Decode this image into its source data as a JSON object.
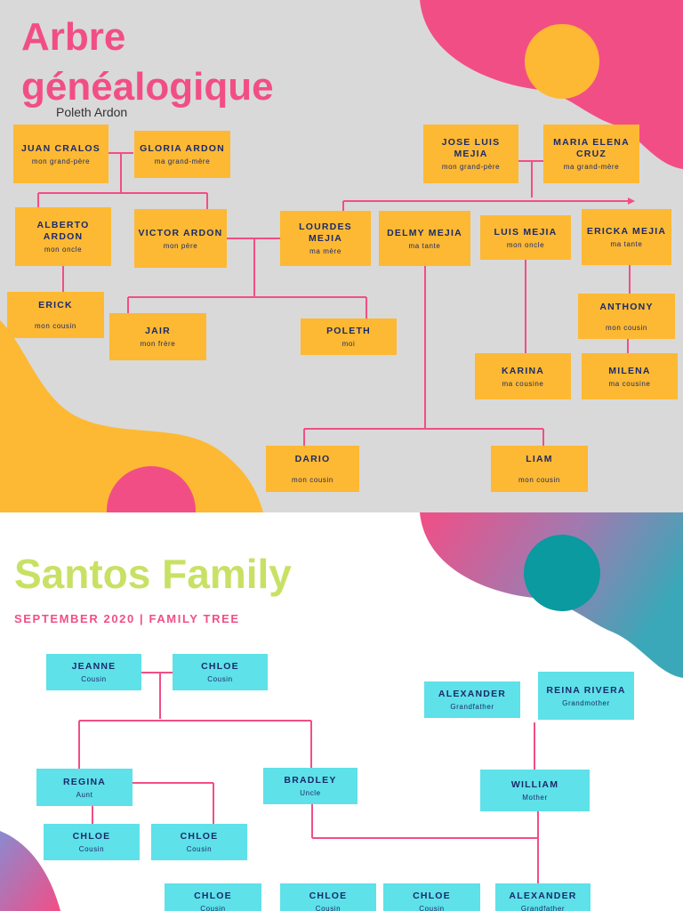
{
  "colors": {
    "accent_pink": "#f24e86",
    "orange_box": "#fdb933",
    "cyan_box": "#5ee1e8",
    "lime_title": "#c8e165",
    "teal_circle": "#0a9aa0",
    "yellow_circle": "#fdb933",
    "text_navy": "#1b2a6b"
  },
  "tree1": {
    "title": "Arbre\ngénéalogique",
    "author": "Poleth Ardon",
    "people": {
      "juan": {
        "name": "JUAN CRALOS",
        "role": "mon grand-père"
      },
      "gloria": {
        "name": "GLORIA ARDON",
        "role": "ma grand-mère"
      },
      "jose": {
        "name": "JOSE LUIS MEJIA",
        "role": "mon grand-père"
      },
      "maria": {
        "name": "MARIA ELENA CRUZ",
        "role": "ma grand-mère"
      },
      "alberto": {
        "name": "ALBERTO ARDON",
        "role": "mon oncle"
      },
      "victor": {
        "name": "VICTOR ARDON",
        "role": "mon père"
      },
      "lourdes": {
        "name": "LOURDES MEJIA",
        "role": "ma mère"
      },
      "delmy": {
        "name": "DELMY MEJIA",
        "role": "ma tante"
      },
      "luis": {
        "name": "LUIS MEJIA",
        "role": "mon oncle"
      },
      "ericka": {
        "name": "ERICKA MEJIA",
        "role": "ma tante"
      },
      "erick": {
        "name": "ERICK",
        "role": "mon cousin"
      },
      "jair": {
        "name": "JAIR",
        "role": "mon frère"
      },
      "poleth": {
        "name": "POLETH",
        "role": "moi"
      },
      "anthony": {
        "name": "ANTHONY",
        "role": "mon cousin"
      },
      "karina": {
        "name": "KARINA",
        "role": "ma cousine"
      },
      "milena": {
        "name": "MILENA",
        "role": "ma cousine"
      },
      "dario": {
        "name": "DARIO",
        "role": "mon cousin"
      },
      "liam": {
        "name": "LIAM",
        "role": "mon cousin"
      }
    }
  },
  "tree2": {
    "title": "Santos Family",
    "subtitle": "SEPTEMBER 2020 | FAMILY TREE",
    "people": {
      "jeanne": {
        "name": "JEANNE",
        "role": "Cousin"
      },
      "chloe_top": {
        "name": "CHLOE",
        "role": "Cousin"
      },
      "alexander_gf": {
        "name": "ALEXANDER",
        "role": "Grandfather"
      },
      "reina": {
        "name": "REINA RIVERA",
        "role": "Grandmother"
      },
      "regina": {
        "name": "REGINA",
        "role": "Aunt"
      },
      "bradley": {
        "name": "BRADLEY",
        "role": "Uncle"
      },
      "william": {
        "name": "WILLIAM",
        "role": "Mother"
      },
      "chloe_a": {
        "name": "CHLOE",
        "role": "Cousin"
      },
      "chloe_b": {
        "name": "CHLOE",
        "role": "Cousin"
      },
      "chloe_c": {
        "name": "CHLOE",
        "role": "Cousin"
      },
      "chloe_d": {
        "name": "CHLOE",
        "role": "Cousin"
      },
      "chloe_e": {
        "name": "CHLOE",
        "role": "Cousin"
      },
      "alexander_bottom": {
        "name": "ALEXANDER",
        "role": "Grandfather"
      }
    }
  }
}
